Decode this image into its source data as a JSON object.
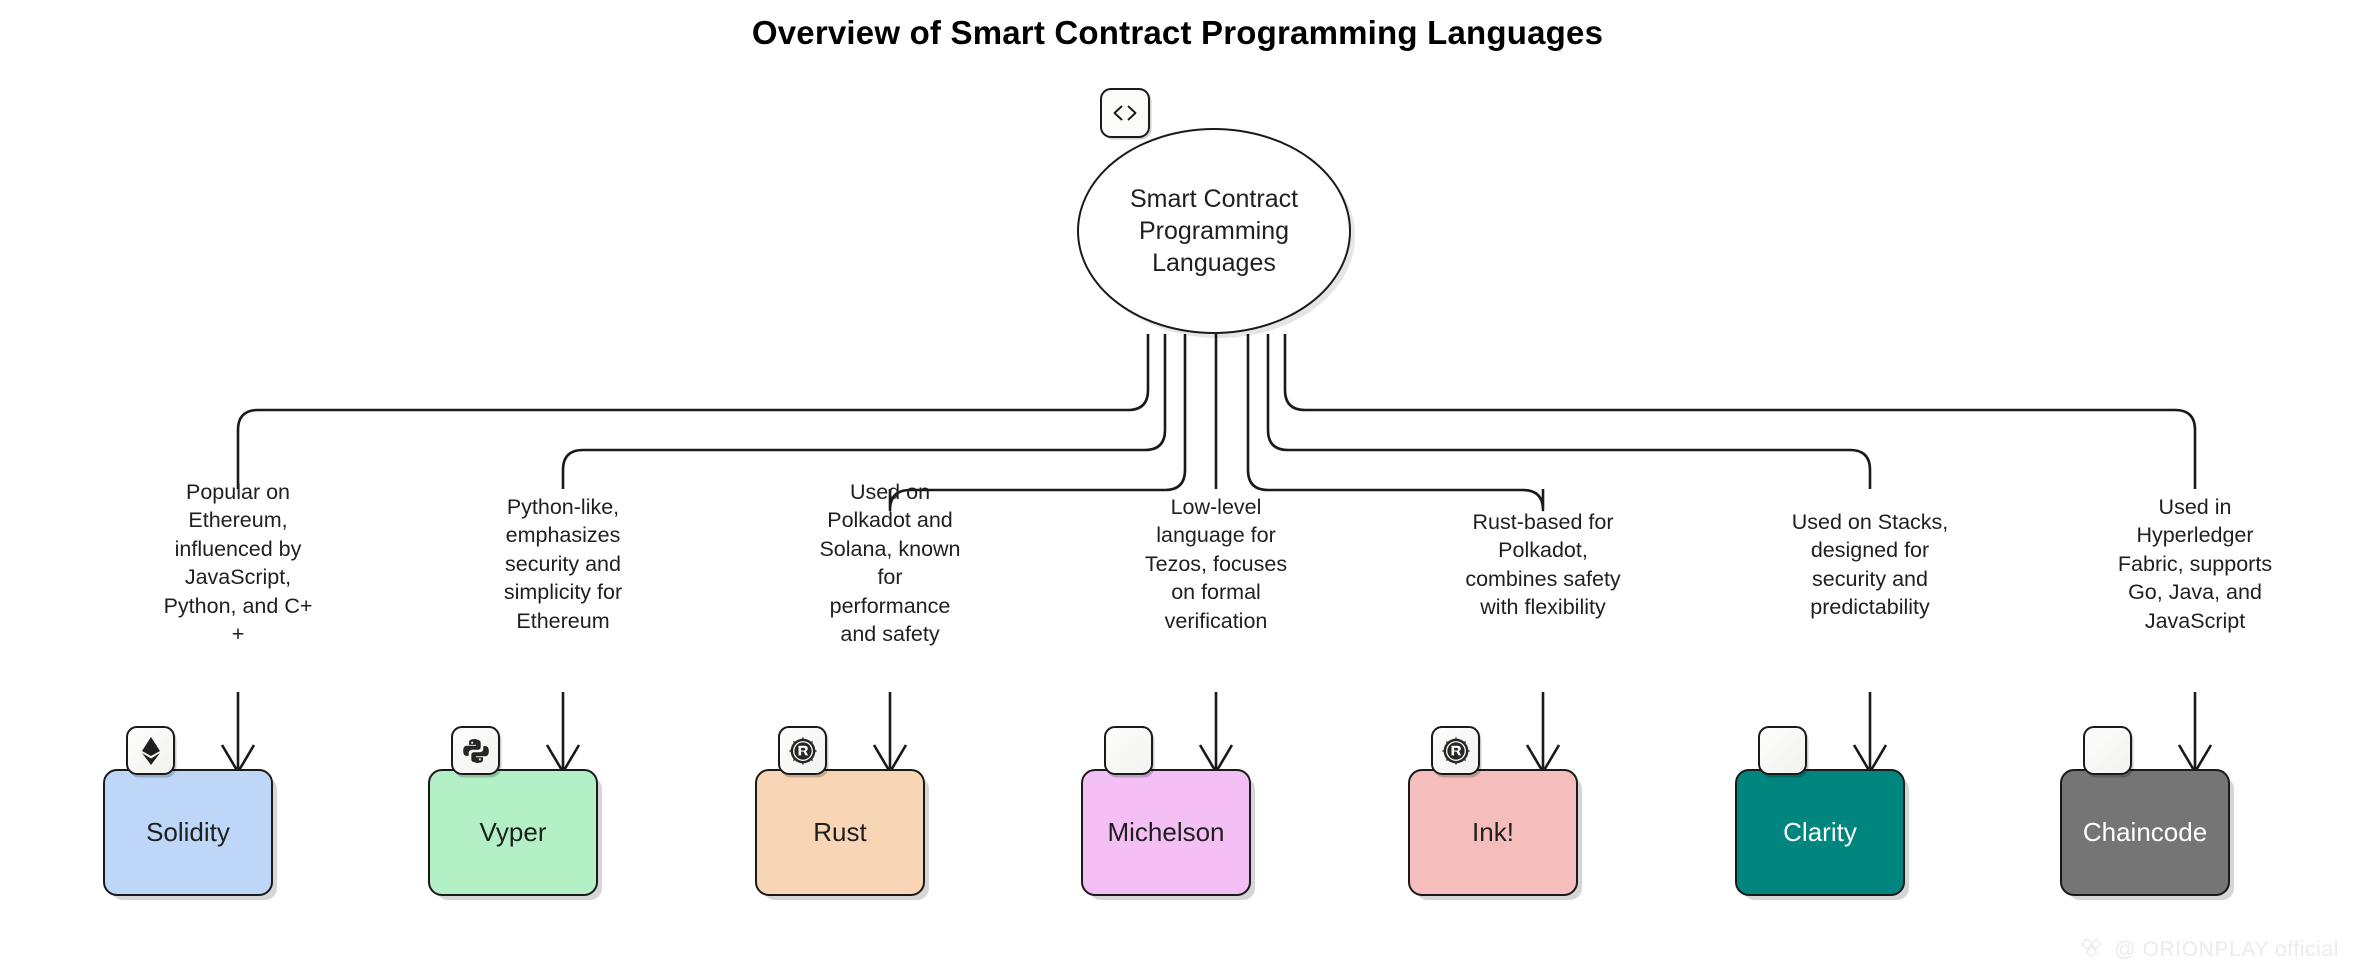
{
  "title": "Overview of Smart Contract Programming Languages",
  "hub": {
    "label": "Smart Contract\nProgramming\nLanguages",
    "badge_icon": "code-brackets-icon"
  },
  "colors": {
    "stroke": "#1a1a1a",
    "background": "#ffffff",
    "solidity": "#bed6f7",
    "vyper": "#b4f0c6",
    "rust": "#f8d5b4",
    "michelson": "#f3bff5",
    "ink": "#f6bdbd",
    "clarity": "#00857f",
    "chaincode": "#757575",
    "watermark": "#e9ebee"
  },
  "branches": [
    {
      "id": "solidity",
      "edge_label": "Popular on\nEthereum,\ninfluenced by\nJavaScript,\nPython, and C+\n+",
      "node_label": "Solidity",
      "fill": "#bed6f7",
      "text_color": "#1f1f1f",
      "badge_icon": "ethereum-icon"
    },
    {
      "id": "vyper",
      "edge_label": "Python-like,\nemphasizes\nsecurity and\nsimplicity for\nEthereum",
      "node_label": "Vyper",
      "fill": "#b4f0c6",
      "text_color": "#1f1f1f",
      "badge_icon": "python-icon"
    },
    {
      "id": "rust",
      "edge_label": "Used on\nPolkadot and\nSolana, known\nfor\nperformance\nand safety",
      "node_label": "Rust",
      "fill": "#f8d5b4",
      "text_color": "#1f1f1f",
      "badge_icon": "rust-icon"
    },
    {
      "id": "michelson",
      "edge_label": "Low-level\nlanguage for\nTezos, focuses\non formal\nverification",
      "node_label": "Michelson",
      "fill": "#f3bff5",
      "text_color": "#1f1f1f",
      "badge_icon": "blank-icon"
    },
    {
      "id": "ink",
      "edge_label": "Rust-based for\nPolkadot,\ncombines safety\nwith flexibility",
      "node_label": "Ink!",
      "fill": "#f6bdbd",
      "text_color": "#1f1f1f",
      "badge_icon": "rust-icon"
    },
    {
      "id": "clarity",
      "edge_label": "Used on Stacks,\ndesigned for\nsecurity and\npredictability",
      "node_label": "Clarity",
      "fill": "#00857f",
      "text_color": "#ffffff",
      "badge_icon": "blank-icon"
    },
    {
      "id": "chaincode",
      "edge_label": "Used in\nHyperledger\nFabric, supports\nGo, Java, and\nJavaScript",
      "node_label": "Chaincode",
      "fill": "#757575",
      "text_color": "#ffffff",
      "badge_icon": "blank-icon"
    }
  ],
  "watermark": {
    "text": "@ ORIONPLAY official",
    "icon": "diamond-logo-icon"
  }
}
